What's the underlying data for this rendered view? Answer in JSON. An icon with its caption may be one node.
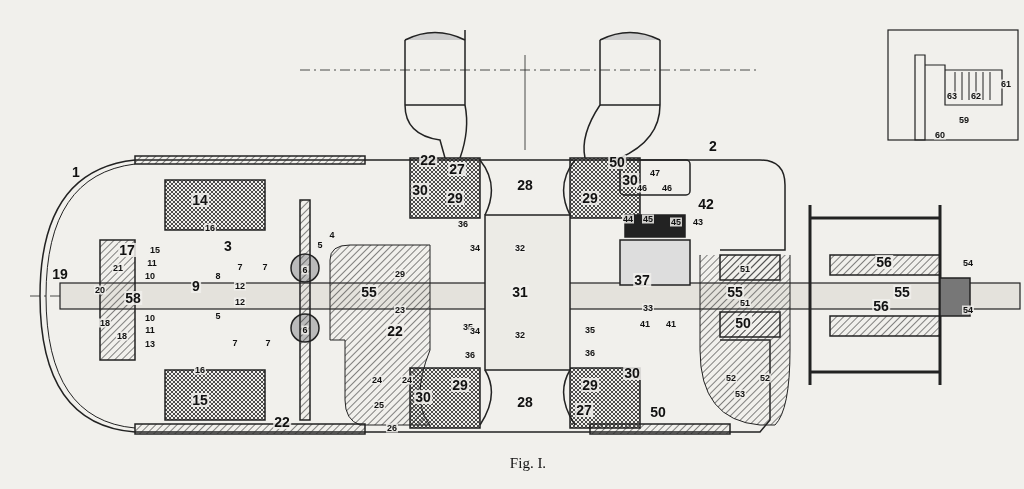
{
  "diagram": {
    "caption": "Fig. I.",
    "labels": [
      "61",
      "63",
      "62",
      "59",
      "60",
      "2",
      "22",
      "50",
      "27",
      "1",
      "47",
      "30",
      "28",
      "46",
      "46",
      "30",
      "29",
      "29",
      "14",
      "42",
      "44",
      "45",
      "45",
      "43",
      "36",
      "16",
      "4",
      "5",
      "3",
      "34",
      "32",
      "17",
      "15",
      "11",
      "56",
      "54",
      "7",
      "7",
      "21",
      "51",
      "6",
      "19",
      "29",
      "10",
      "8",
      "37",
      "9",
      "12",
      "55",
      "31",
      "20",
      "55",
      "55",
      "58",
      "12",
      "51",
      "56",
      "33",
      "23",
      "54",
      "5",
      "10",
      "41",
      "41",
      "50",
      "18",
      "35",
      "35",
      "6",
      "22",
      "34",
      "11",
      "18",
      "32",
      "13",
      "7",
      "7",
      "36",
      "36",
      "16",
      "30",
      "52",
      "52",
      "24",
      "24",
      "29",
      "29",
      "53",
      "30",
      "15",
      "28",
      "25",
      "27",
      "50",
      "22",
      "26"
    ]
  }
}
